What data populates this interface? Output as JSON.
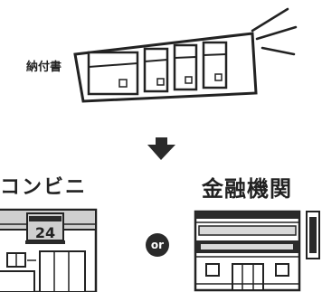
{
  "labels": {
    "payment_slip": "納付書",
    "convenience_store": "コンビニ",
    "financial_institution": "金融機関",
    "or": "or",
    "store_sign_number": "24"
  },
  "colors": {
    "ink": "#222222",
    "background": "#ffffff",
    "dark_fill": "#2a2a2a"
  },
  "icons": {
    "slip": "payment-slip-icon",
    "arrow": "arrow-down-icon",
    "store": "convenience-store-icon",
    "bank": "bank-building-icon",
    "emphasis": "emphasis-lines-icon"
  }
}
